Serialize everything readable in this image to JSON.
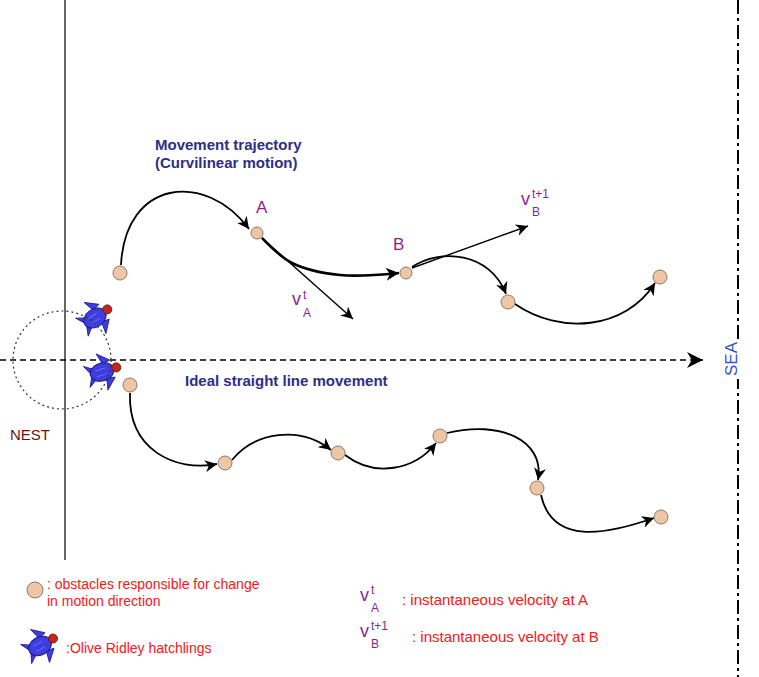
{
  "diagram": {
    "nodes": [
      {
        "text": [
          "A"
        ]
      },
      {
        "text": [
          "B"
        ]
      },
      {
        "text": [
          "NEST"
        ]
      }
    ],
    "edges": [
      {
        "from": 0,
        "to": 1,
        "arrow": "to"
      }
    ],
    "labels": [
      "Movement trajectory (Curvilinear motion)",
      "Ideal straight line movement",
      "SEA",
      "v",
      "t",
      "A",
      "v",
      "t+1",
      "B",
      "v",
      "t",
      "A",
      "v",
      "t+1",
      "B"
    ],
    "legend": [
      {
        "text": ": obstacles responsible for change in motion direction"
      },
      {
        "text": ":Olive Ridley hatchlings"
      },
      {
        "text": ": instantaneous velocity at A"
      },
      {
        "text": ": instantaneous velocity at B"
      }
    ]
  }
}
